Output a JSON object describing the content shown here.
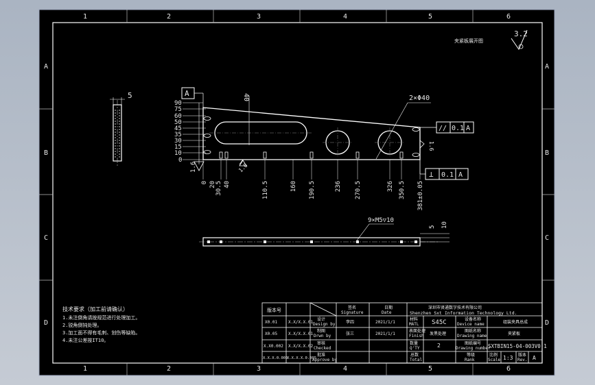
{
  "sheet": {
    "zone_cols": [
      "1",
      "2",
      "3",
      "4",
      "5",
      "6"
    ],
    "zone_rows": [
      "A",
      "B",
      "C",
      "D"
    ],
    "view_title": "夹紧板展开图",
    "roughness": "3.2"
  },
  "front_view": {
    "datum_label": "A",
    "hole_callout": "2×Φ40",
    "slot_height": "40",
    "left_heights": [
      "90",
      "75",
      "60",
      "50",
      "45",
      "35",
      "30",
      "15",
      "10",
      "0"
    ],
    "bottom_dims": [
      "0",
      "20",
      "30.5",
      "40",
      "110.5",
      "160",
      "190.5",
      "236",
      "270.5",
      "326",
      "350.5",
      "381±0.05"
    ],
    "roughness_1": "1.6",
    "roughness_2": "1.6",
    "roughness_3": "1.6",
    "parallel_symbol": "//",
    "parallel_tol": "0.1",
    "parallel_datum": "A",
    "perp_symbol": "⊥",
    "perp_tol": "0.1",
    "perp_datum": "A"
  },
  "side_view": {
    "thickness": "5"
  },
  "bottom_view": {
    "thread_callout": "9×M5▽10",
    "dim_a": "5",
    "dim_b": "10"
  },
  "notes": {
    "title": "技术要求（加工前请确认）",
    "lines": [
      "1.未注倒角请按规范进行处理加工。",
      "2.锐角倒钝处理。",
      "3.加工面不得有毛刺、划伤等缺陷。",
      "4.未注公差按IT10。"
    ]
  },
  "title_block": {
    "col_version": "版本号",
    "sig_label": "签名",
    "sig_en": "Signature",
    "date_label": "日期",
    "date_en": "Date",
    "company_cn": "深圳市贤通数字技术有限公司",
    "company_en": "Shenzhen Sxt Information Technology Ltd.",
    "rows": [
      {
        "version": "X0.01",
        "date": "X.X/X.X.01",
        "role_cn": "设计",
        "role_en": "Design by",
        "sig": "李四",
        "sigdate": "2021/1/1",
        "k1": "材料",
        "k1en": "MATL",
        "v1": "S45C",
        "k2": "设备名称",
        "k2en": "Device name",
        "v2": "组装夹具总成"
      },
      {
        "version": "X0.05",
        "date": "X.X/X.X.01",
        "role_cn": "制图",
        "role_en": "Drwn by",
        "sig": "张三",
        "sigdate": "2021/1/1",
        "k1": "表面处理",
        "k1en": "Finish",
        "v1": "发黑处理",
        "k2": "图纸名称",
        "k2en": "Drawing name",
        "v2": "夹紧板"
      },
      {
        "version": "X.X0.002",
        "date": "X.X/X.X.02",
        "role_cn": "审核",
        "role_en": "Checked",
        "sig": "",
        "sigdate": "",
        "k1": "数量",
        "k1en": "Q'TY",
        "v1": "2",
        "k2": "图纸编号",
        "k2en": "Drawing number",
        "v2": "SXTBIN15-04-003V0.1"
      },
      {
        "version": "X.X.X.0.005",
        "date": "X.X.X.X.0.005",
        "role_cn": "批准",
        "role_en": "Approve by",
        "sig": "",
        "sigdate": "",
        "k1": "总数",
        "k1en": "Total",
        "v1": "",
        "k2": "等级",
        "k2en": "Rank",
        "v2": ""
      }
    ],
    "scale_label": "比例",
    "scale_en": "Scale",
    "scale": "1:3",
    "rev_label": "版本",
    "rev_en": "Rev.",
    "rev": "A"
  },
  "colors": {
    "background": "#000000",
    "line": "#ffffff",
    "frame_outer": "#5c6a88"
  }
}
